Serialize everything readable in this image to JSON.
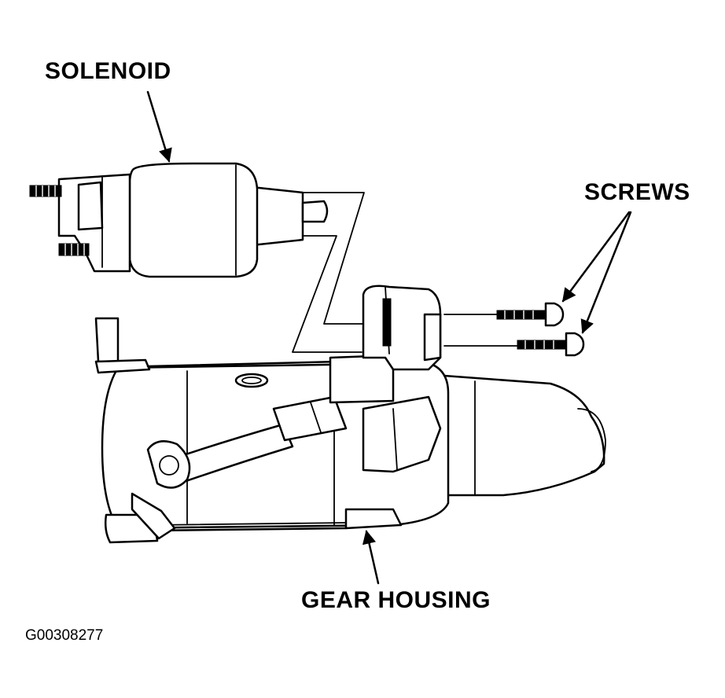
{
  "labels": {
    "solenoid": "SOLENOID",
    "screws": "SCREWS",
    "gear_housing": "GEAR HOUSING",
    "figure_id": "G00308277"
  },
  "colors": {
    "ink": "#000000",
    "paper": "#ffffff"
  }
}
